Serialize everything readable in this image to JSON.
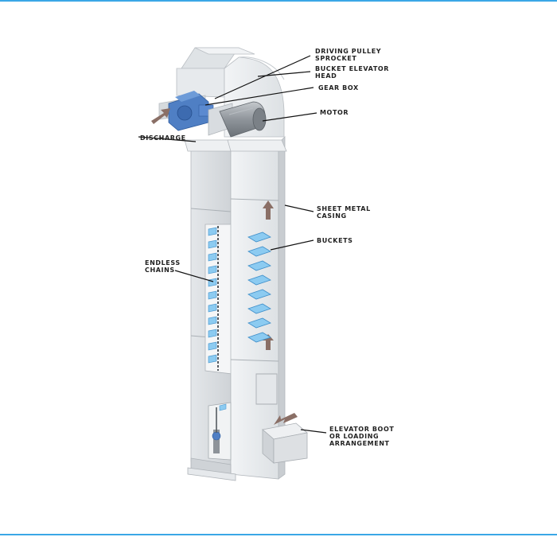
{
  "labels": {
    "driving_pulley_1": "DRIVING PULLEY",
    "driving_pulley_2": "SPROCKET",
    "head_1": "BUCKET ELEVATOR",
    "head_2": "HEAD",
    "gear_box": "GEAR BOX",
    "motor": "MOTOR",
    "discharge": "DISCHARGE",
    "casing_1": "SHEET METAL",
    "casing_2": "CASING",
    "buckets": "BUCKETS",
    "chains_1": "ENDLESS",
    "chains_2": "CHAINS",
    "boot_1": "ELEVATOR BOOT",
    "boot_2": "OR LOADING",
    "boot_3": "ARRANGEMENT"
  },
  "colors": {
    "frame_accent": "#3aa7e6",
    "casing_light": "#e9ecef",
    "casing_mid": "#d5d9dd",
    "casing_dark": "#b7bcc2",
    "bucket_blue": "#7fc2ee",
    "gear_blue": "#4f7fc4",
    "motor_grey": "#9aa0a6",
    "arrow_brown": "#8a6f66"
  }
}
